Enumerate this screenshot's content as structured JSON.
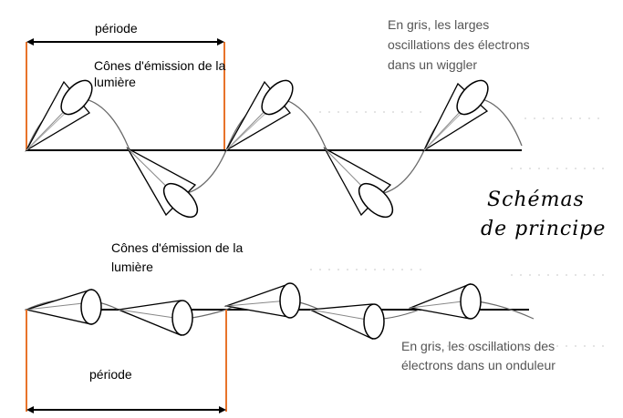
{
  "top": {
    "period_label": "période",
    "cones_label_line1": "Cônes d'émission de la",
    "cones_label_line2": "lumière",
    "grey_note_line1": "En gris, les larges",
    "grey_note_line2": "oscillations des électrons",
    "grey_note_line3": "dans un wiggler"
  },
  "title": {
    "line1": "Schémas",
    "line2": "de principe"
  },
  "bottom": {
    "cones_label_line1": "Cônes d'émission de la",
    "cones_label_line2": "lumière",
    "grey_note_line1": "En gris, les oscillations des",
    "grey_note_line2": "électrons dans un onduleur",
    "period_label": "période"
  },
  "colors": {
    "period_marker": "#e8732a",
    "axis": "#000000",
    "grey_path": "#8a8a8a"
  }
}
